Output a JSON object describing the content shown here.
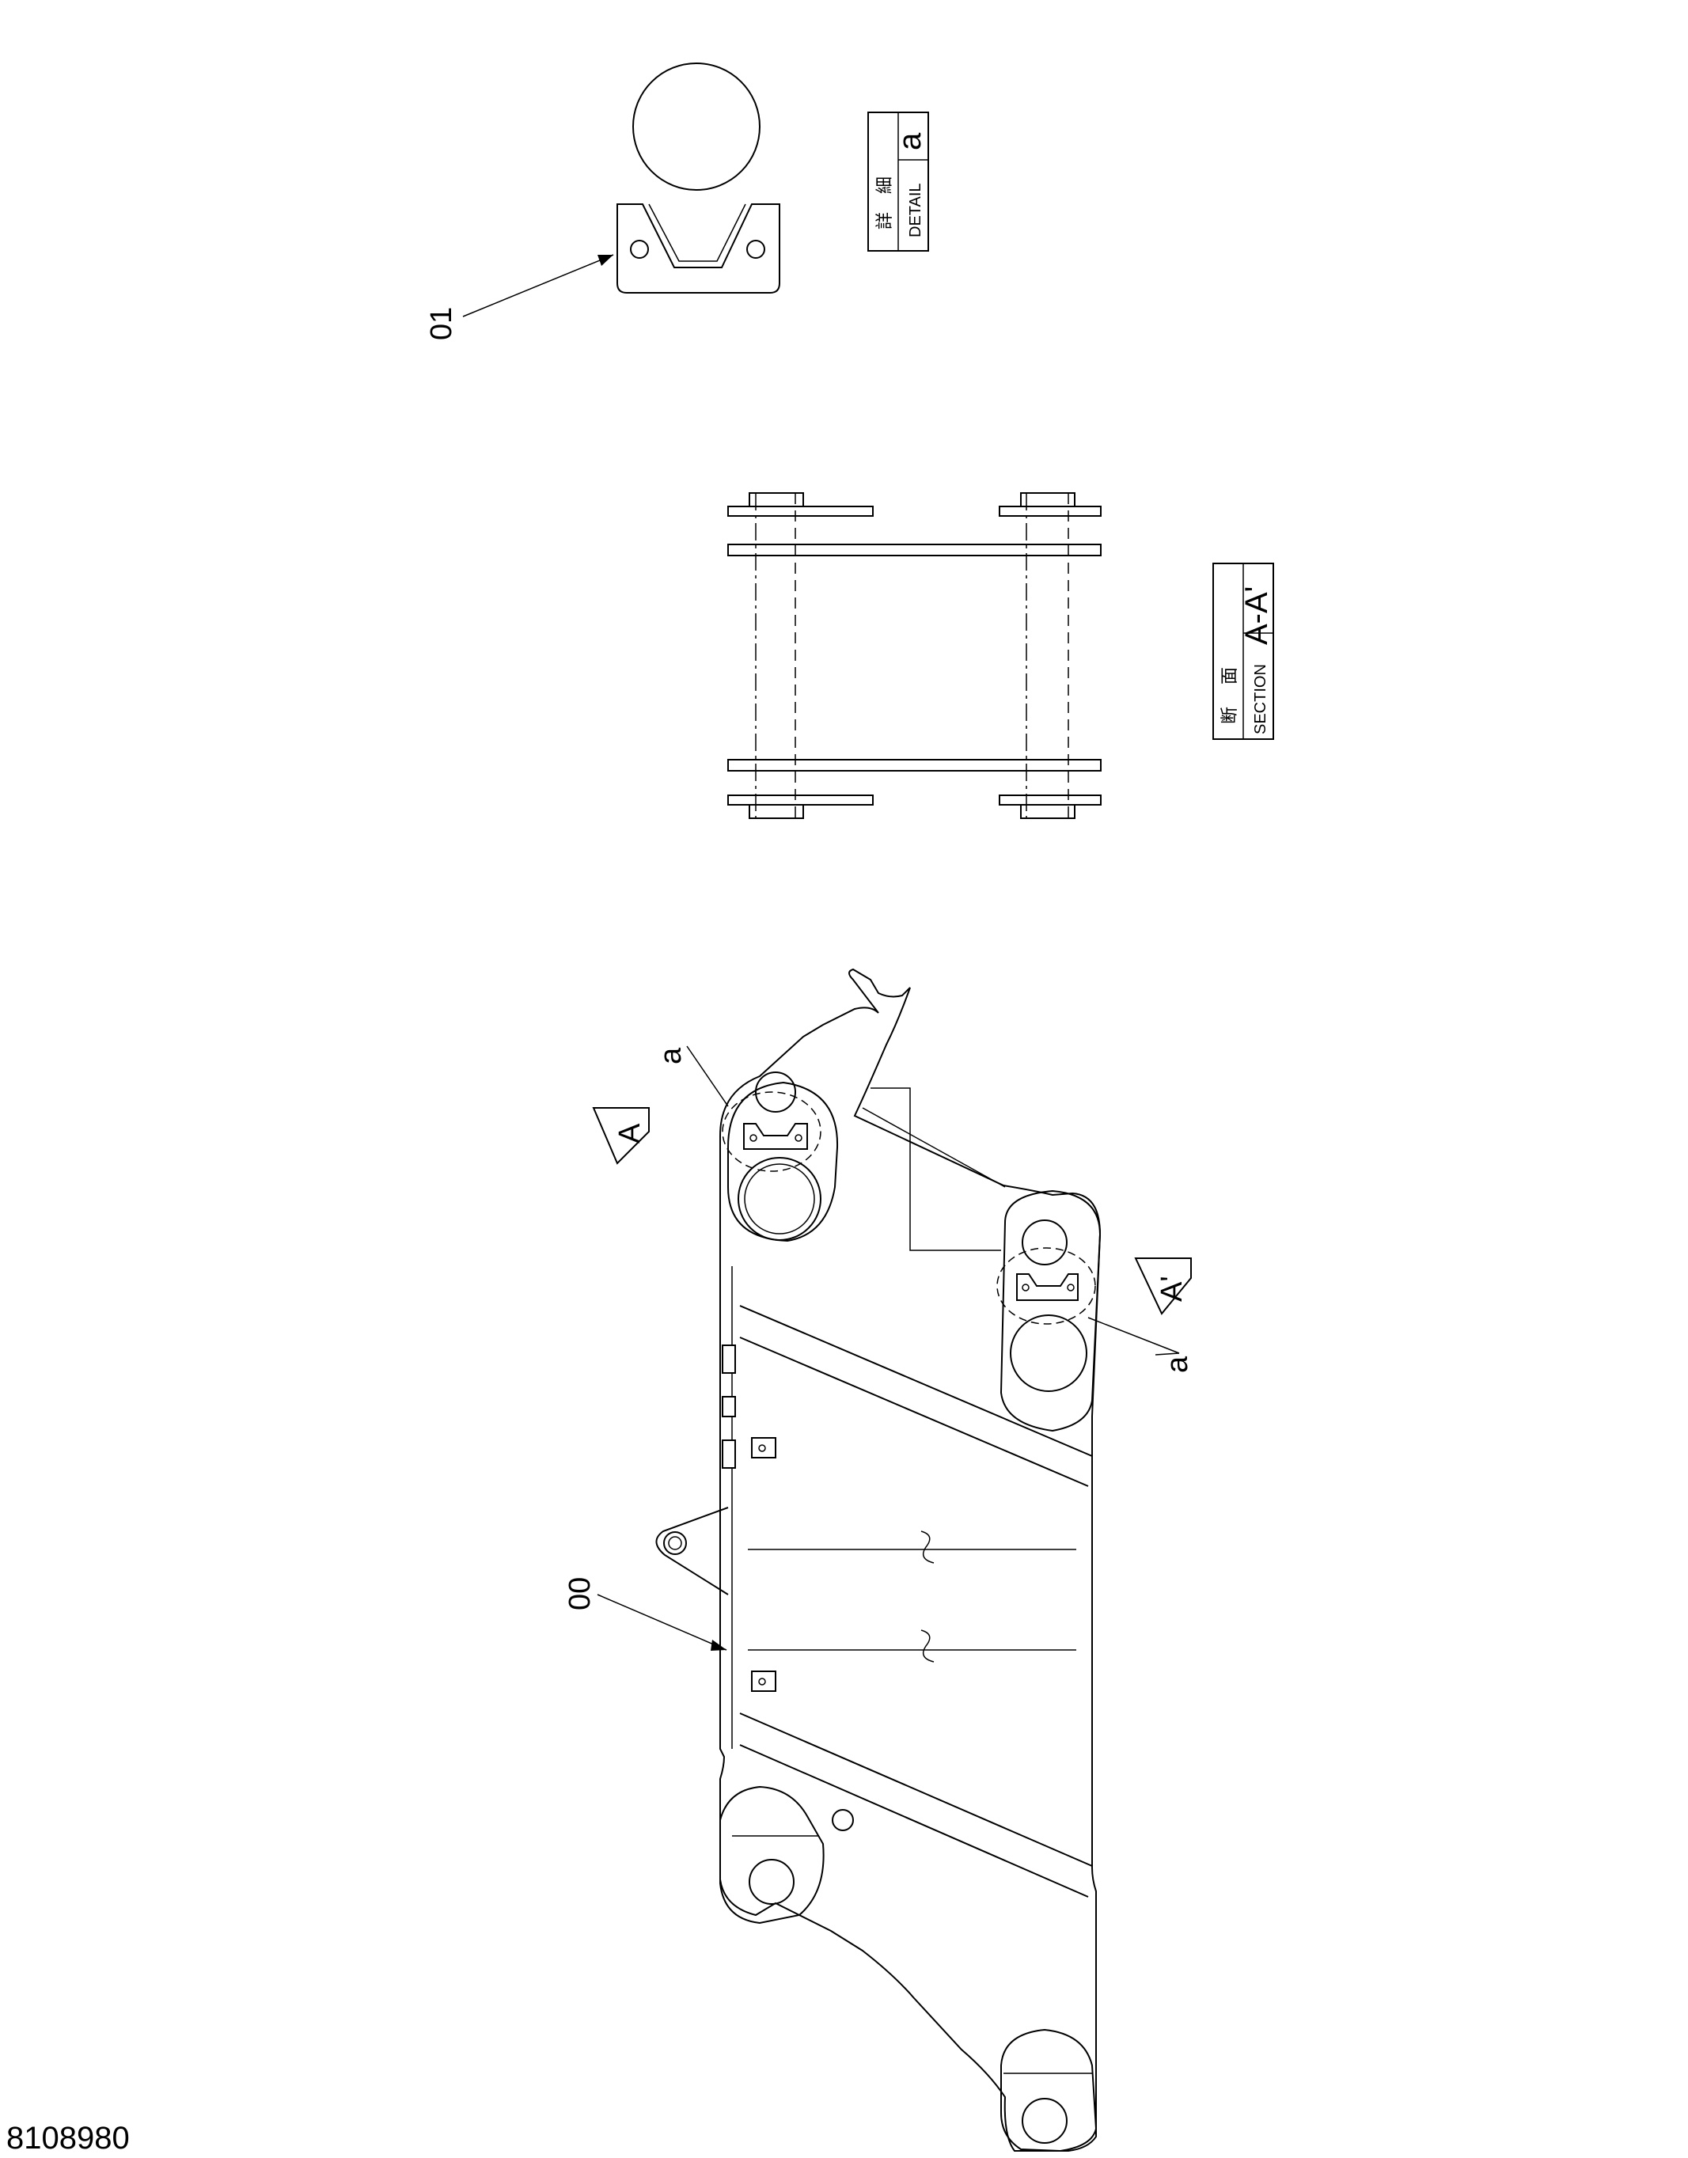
{
  "drawing_number": "8108980",
  "callouts": {
    "part_00": "00",
    "part_01": "01",
    "detail_marker_upper": "a",
    "detail_marker_lower": "a"
  },
  "section_arrows": {
    "left": "A",
    "right": "A'"
  },
  "detail_label": {
    "jp_1": "詳",
    "jp_2": "細",
    "en": "DETAIL",
    "id": "a"
  },
  "section_label": {
    "jp_1": "断",
    "jp_2": "面",
    "en": "SECTION",
    "id": "A-A'"
  }
}
